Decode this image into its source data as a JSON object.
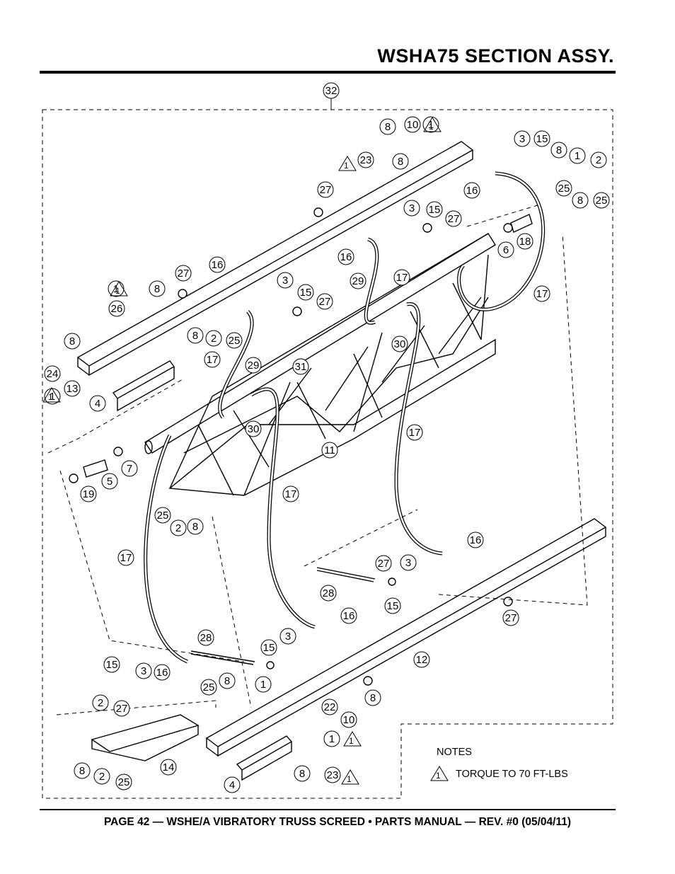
{
  "header": {
    "title": "WSHA75 SECTION ASSY."
  },
  "footer": {
    "text": "PAGE 42 — WSHE/A VIBRATORY TRUSS SCREED • PARTS MANUAL — REV. #0 (05/04/11)"
  },
  "notes": {
    "title": "NOTES",
    "items": [
      {
        "marker": "1",
        "text": "TORQUE TO 70 FT-LBS"
      }
    ]
  },
  "callouts": [
    "32",
    "8",
    "10",
    "1",
    "23",
    "8",
    "3",
    "15",
    "8",
    "1",
    "2",
    "25",
    "8",
    "25",
    "16",
    "27",
    "3",
    "15",
    "27",
    "16",
    "6",
    "18",
    "17",
    "29",
    "17",
    "27",
    "16",
    "3",
    "15",
    "27",
    "1",
    "8",
    "26",
    "8",
    "2",
    "25",
    "17",
    "29",
    "31",
    "30",
    "24",
    "8",
    "13",
    "1",
    "4",
    "30",
    "11",
    "17",
    "7",
    "5",
    "19",
    "25",
    "2",
    "8",
    "17",
    "17",
    "16",
    "27",
    "3",
    "28",
    "15",
    "27",
    "16",
    "3",
    "15",
    "28",
    "12",
    "1",
    "8",
    "15",
    "3",
    "16",
    "25",
    "2",
    "27",
    "8",
    "22",
    "10",
    "1",
    "8",
    "2",
    "25",
    "14",
    "4",
    "8",
    "23",
    "1"
  ],
  "icons": [
    "torque-warning-icon"
  ]
}
